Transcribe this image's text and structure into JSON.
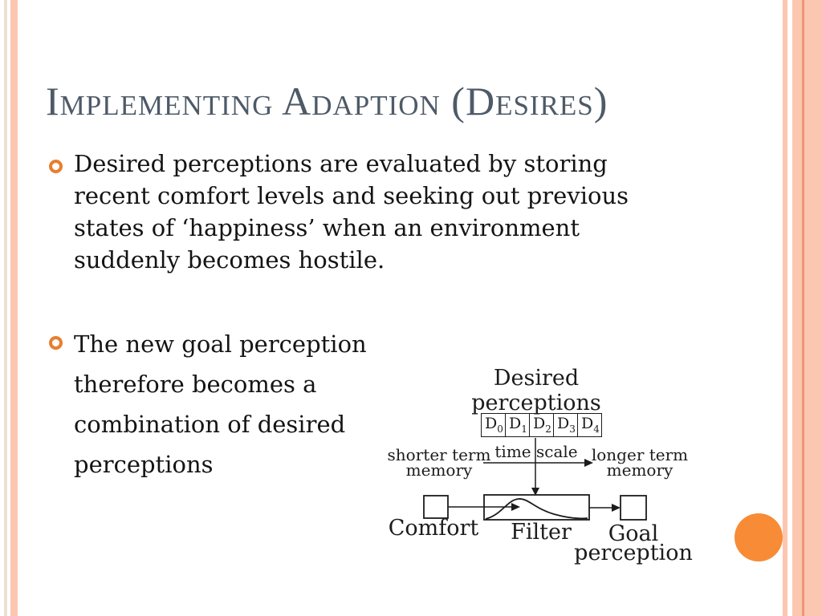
{
  "slide": {
    "title": "Implementing Adaption (Desires)",
    "bullets": [
      {
        "text": "Desired perceptions are evaluated by storing\nrecent comfort levels and seeking out previous\nstates of ‘happiness’ when an environment\nsuddenly becomes hostile."
      },
      {
        "text": "The new goal perception\ntherefore becomes a\ncombination of desired\nperceptions"
      }
    ]
  },
  "diagram": {
    "desired_label": "Desired\nperceptions",
    "dbox": {
      "base": "D",
      "subs": [
        "0",
        "1",
        "2",
        "3",
        "4"
      ]
    },
    "time_scale_label": "time scale",
    "shorter_label": "shorter term\nmemory",
    "longer_label": "longer term\nmemory",
    "comfort_label": "Comfort",
    "filter_label": "Filter",
    "goal_label": "Goal\nperception"
  },
  "colors": {
    "title": "#4e5a68",
    "body_text": "#141414",
    "bullet_orange": "#e87e2e",
    "accent_dot_orange": "#f88b35",
    "stripe_salmon": "#fcc7b0",
    "stripe_cream": "#ece0d0",
    "stripe_dark_salmon": "#e99873",
    "diagram_ink": "#1c1c1c"
  }
}
